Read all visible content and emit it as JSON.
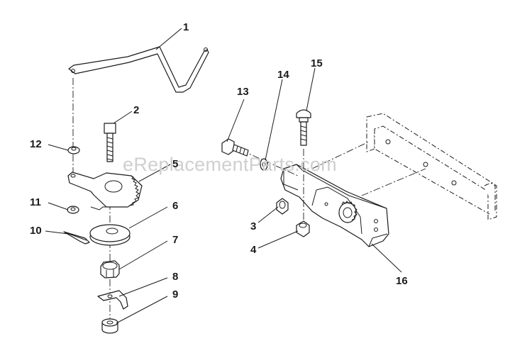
{
  "watermark": "eReplacementParts.com",
  "callouts": {
    "p1": "1",
    "p2": "2",
    "p3": "3",
    "p4": "4",
    "p5": "5",
    "p6": "6",
    "p7": "7",
    "p8": "8",
    "p9": "9",
    "p10": "10",
    "p11": "11",
    "p12": "12",
    "p13": "13",
    "p14": "14",
    "p15": "15",
    "p16": "16"
  }
}
